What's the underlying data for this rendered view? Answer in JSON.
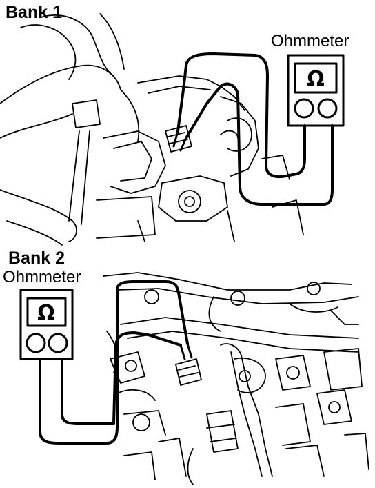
{
  "bank1": {
    "title": "Bank 1",
    "meter_label": "Ohmmeter",
    "meter_symbol": "Ω"
  },
  "bank2": {
    "title": "Bank 2",
    "meter_label": "Ohmmeter",
    "meter_symbol": "Ω"
  },
  "colors": {
    "line": "#000000",
    "background": "#ffffff"
  }
}
